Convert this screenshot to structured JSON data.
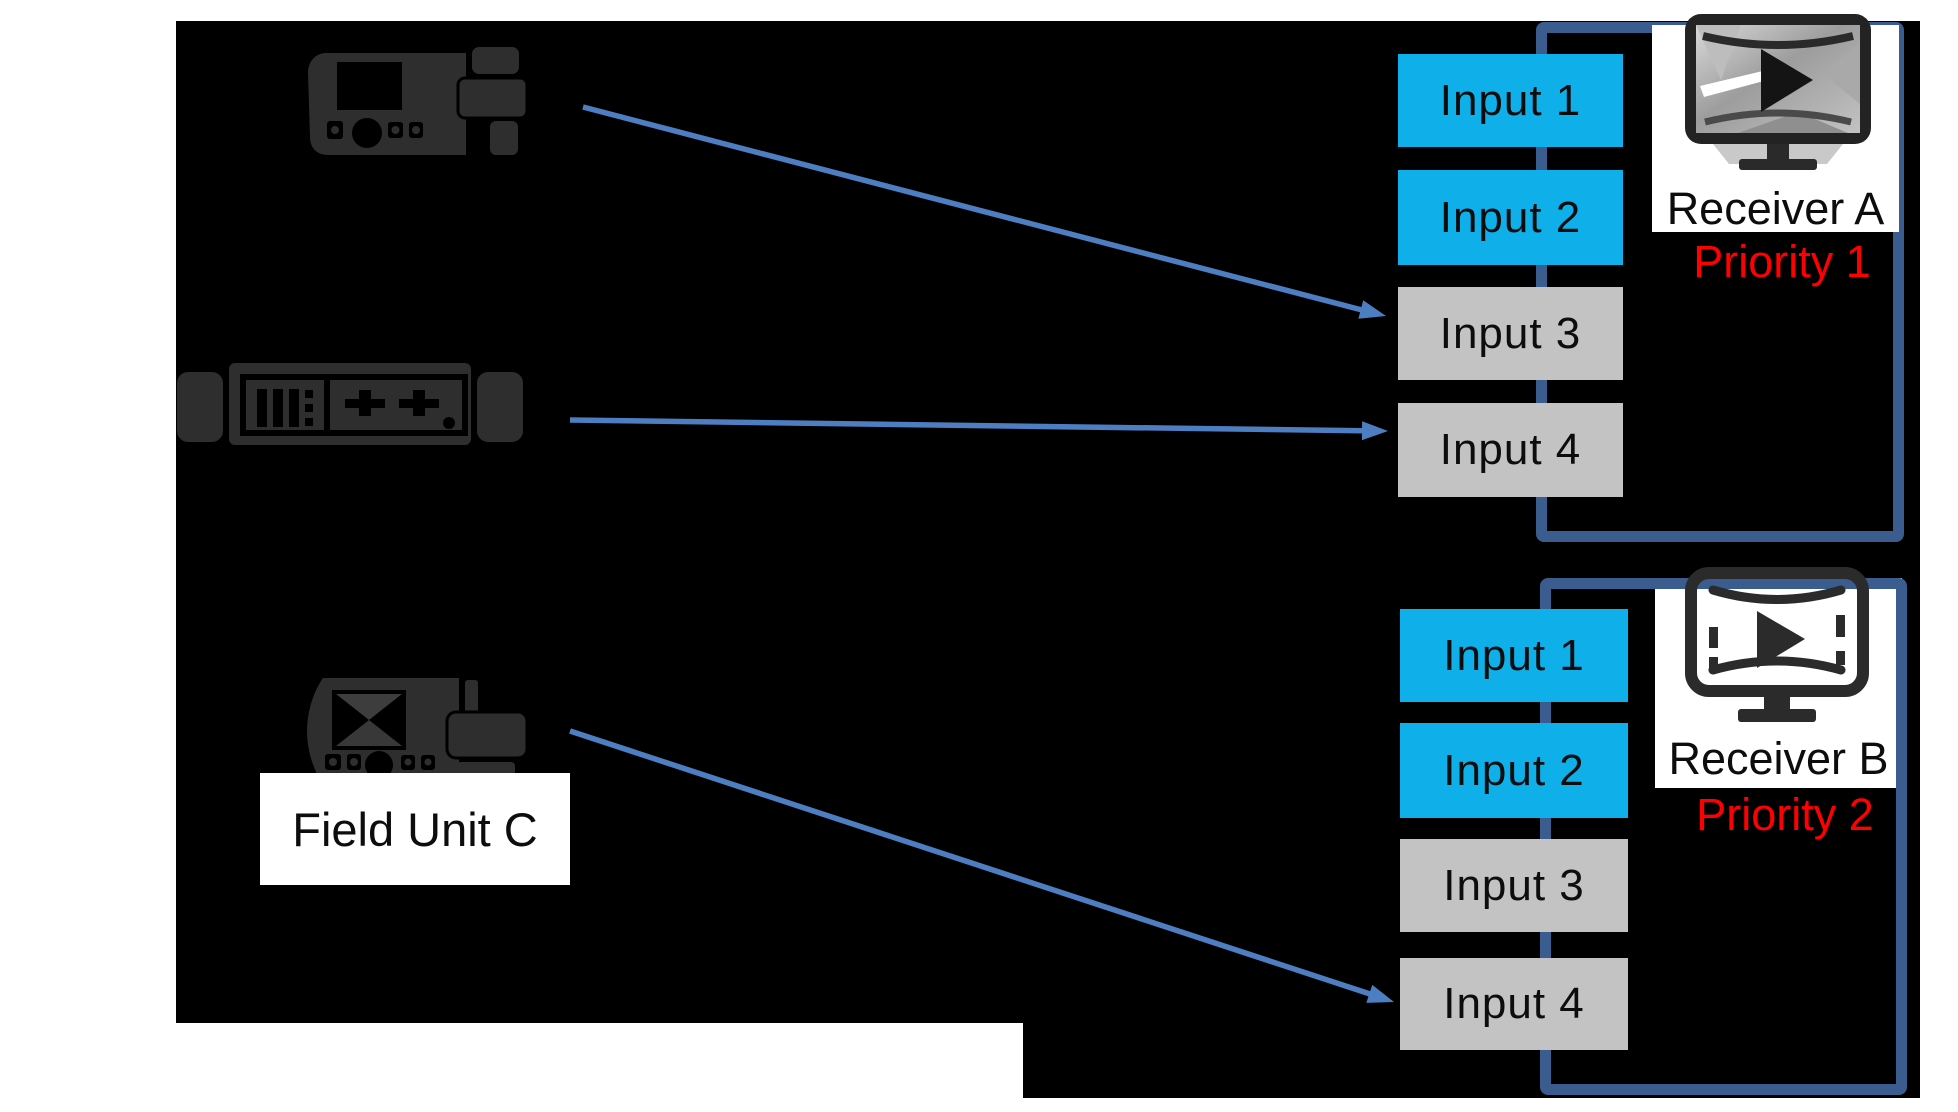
{
  "colors": {
    "canvas-black": "#000000",
    "input-active": "#0fafe9",
    "input-inactive": "#c3c3c3",
    "loop-line": "#3a5c8e",
    "arrow-blue": "#4e7ec2",
    "priority-red": "#ff0000",
    "device-gray": "#2e2e2e",
    "card-white": "#ffffff",
    "text-dark": "#0d0d0d"
  },
  "receiver_a": {
    "name": "Receiver A",
    "priority": "Priority 1",
    "inputs": [
      {
        "label": "Input 1",
        "active": true
      },
      {
        "label": "Input 2",
        "active": true
      },
      {
        "label": "Input 3",
        "active": false
      },
      {
        "label": "Input 4",
        "active": false
      }
    ]
  },
  "receiver_b": {
    "name": "Receiver B",
    "priority": "Priority 2",
    "inputs": [
      {
        "label": "Input 1",
        "active": true
      },
      {
        "label": "Input 2",
        "active": true
      },
      {
        "label": "Input 3",
        "active": false
      },
      {
        "label": "Input 4",
        "active": false
      }
    ]
  },
  "field_unit_c": {
    "label": "Field Unit C"
  }
}
